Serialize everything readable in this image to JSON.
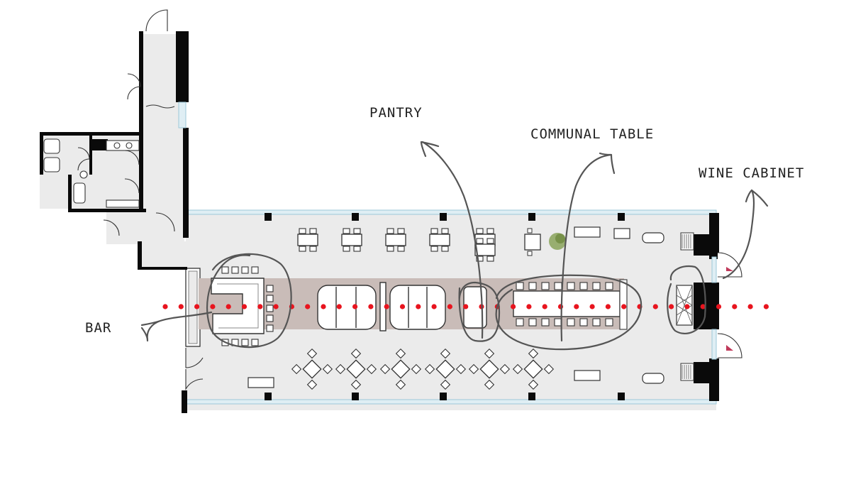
{
  "labels": {
    "pantry": "PANTRY",
    "communal_table": "COMMUNAL TABLE",
    "wine_cabinet": "WINE CABINET",
    "bar": "BAR"
  },
  "colors": {
    "floor": "#ebebeb",
    "wall": "#0a0a0a",
    "aisle": "#c9bcb8",
    "axis_dots": "#e8141e",
    "sketch": "#555555",
    "glazing": "#9ec8d8",
    "plant": "#8aa35a",
    "arrow_marker": "#c0395a"
  }
}
